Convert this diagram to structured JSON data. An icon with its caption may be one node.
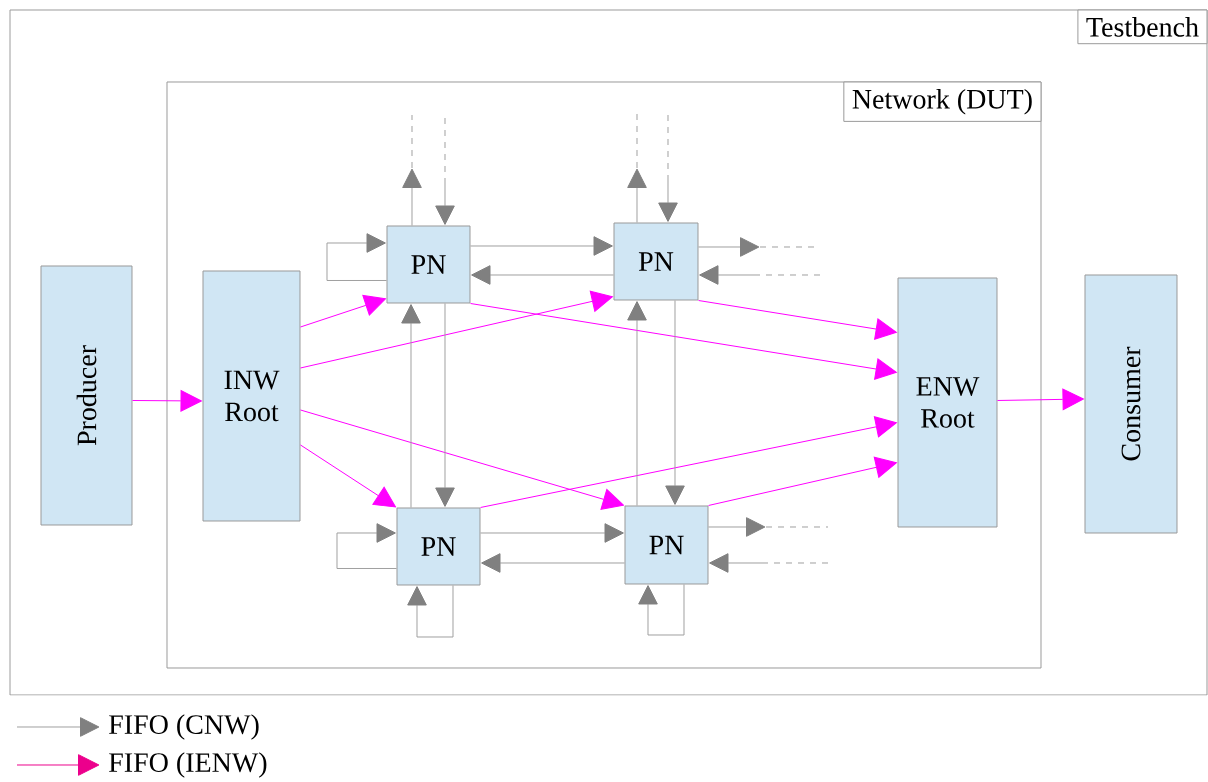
{
  "diagram": {
    "nodes": [
      {
        "text": [
          "Testbench"
        ]
      },
      {
        "text": [
          "Network (DUT)"
        ],
        "in": 0
      },
      {
        "text": [
          "Producer"
        ],
        "in": 0
      },
      {
        "text": [
          "INW Root"
        ],
        "in": 1
      },
      {
        "text": [
          "PN"
        ],
        "in": 1
      },
      {
        "text": [
          "PN"
        ],
        "in": 1
      },
      {
        "text": [
          "PN"
        ],
        "in": 1
      },
      {
        "text": [
          "PN"
        ],
        "in": 1
      },
      {
        "text": [
          "ENW Root"
        ],
        "in": 1
      },
      {
        "text": [
          "Consumer"
        ],
        "in": 0
      }
    ],
    "edges": [
      {
        "from": 2,
        "to": 3,
        "arrow": "to",
        "color": "#ff00ff"
      },
      {
        "from": 3,
        "to": 4,
        "arrow": "to",
        "color": "#ff00ff"
      },
      {
        "from": 3,
        "to": 5,
        "arrow": "to",
        "color": "#ff00ff"
      },
      {
        "from": 3,
        "to": 6,
        "arrow": "to",
        "color": "#ff00ff"
      },
      {
        "from": 3,
        "to": 7,
        "arrow": "to",
        "color": "#ff00ff"
      },
      {
        "from": 4,
        "to": 8,
        "arrow": "to",
        "color": "#ff00ff"
      },
      {
        "from": 5,
        "to": 8,
        "arrow": "to",
        "color": "#ff00ff"
      },
      {
        "from": 6,
        "to": 8,
        "arrow": "to",
        "color": "#ff00ff"
      },
      {
        "from": 7,
        "to": 8,
        "arrow": "to",
        "color": "#ff00ff"
      },
      {
        "from": 8,
        "to": 9,
        "arrow": "to",
        "color": "#ff00ff"
      },
      {
        "from": 4,
        "to": 5,
        "arrow": "to"
      },
      {
        "from": 5,
        "to": 4,
        "arrow": "to"
      },
      {
        "from": 6,
        "to": 7,
        "arrow": "to"
      },
      {
        "from": 7,
        "to": 6,
        "arrow": "to"
      },
      {
        "from": 6,
        "to": 4,
        "arrow": "to"
      },
      {
        "from": 4,
        "to": 6,
        "arrow": "to"
      },
      {
        "from": 7,
        "to": 5,
        "arrow": "to"
      },
      {
        "from": 5,
        "to": 7,
        "arrow": "to"
      },
      {
        "from": 4,
        "to": 4,
        "arrow": "to"
      },
      {
        "from": 6,
        "to": 6,
        "arrow": "to"
      },
      {
        "from": 6,
        "to": 6,
        "arrow": "to"
      },
      {
        "from": 7,
        "to": 7,
        "arrow": "to"
      },
      {
        "from": 4,
        "to": null,
        "arrow": "to"
      },
      {
        "from": null,
        "to": 4,
        "arrow": "to"
      },
      {
        "from": 5,
        "to": null,
        "arrow": "to"
      },
      {
        "from": null,
        "to": 5,
        "arrow": "to"
      },
      {
        "from": 5,
        "to": null,
        "arrow": "to"
      },
      {
        "from": null,
        "to": 5,
        "arrow": "to"
      },
      {
        "from": 7,
        "to": null,
        "arrow": "to"
      },
      {
        "from": null,
        "to": 7,
        "arrow": "to"
      }
    ],
    "legend": [
      {
        "text": "FIFO (CNW)"
      },
      {
        "text": "FIFO (IENW)"
      }
    ]
  }
}
